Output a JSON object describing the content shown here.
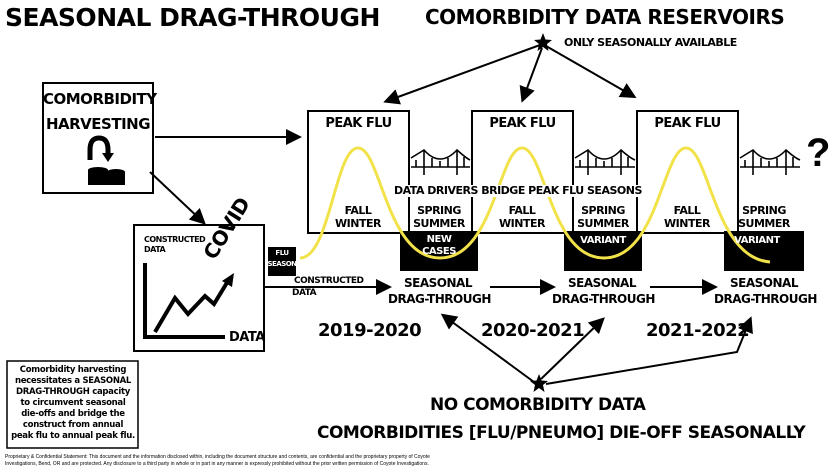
{
  "title": "SEASONAL DRAG-THROUGH",
  "reservoirs_title": "COMORBIDITY DATA RESERVOIRS",
  "seasonal_note": "ONLY SEASONALLY AVAILABLE",
  "harvesting": {
    "line1": "COMORBIDITY",
    "line2": "HARVESTING"
  },
  "constructed": {
    "top_label_1": "CONSTRUCTED",
    "top_label_2": "DATA",
    "covid": "COVID",
    "data": "DATA"
  },
  "flu_season": {
    "line1": "FLU",
    "line2": "SEASON"
  },
  "constructed_data_label": {
    "line1": "CONSTRUCTED",
    "line2": "DATA"
  },
  "peak_flu": "PEAK FLU",
  "fall_winter": {
    "line1": "FALL",
    "line2": "WINTER"
  },
  "spring_summer": {
    "line1": "SPRING",
    "line2": "SUMMER"
  },
  "bridge_text": "DATA DRIVERS BRIDGE PEAK FLU SEASONS",
  "question_mark": "?",
  "black_labels": {
    "new_cases_1": "NEW",
    "new_cases_2": "CASES",
    "variant": "VARIANT"
  },
  "drag_through": {
    "line1": "SEASONAL",
    "line2": "DRAG-THROUGH"
  },
  "years": [
    "2019-2020",
    "2020-2021",
    "2021-2022"
  ],
  "note": "Comorbidity harvesting necessitates a SEASONAL DRAG-THROUGH capacity to circumvent seasonal die-offs and bridge the construct from annual peak flu to annual peak flu.",
  "no_data": "NO COMORBIDITY DATA",
  "die_off": "COMORBIDITIES [FLU/PNEUMO] DIE-OFF SEASONALLY",
  "disclaimer_1": "Proprietary & Confidential Statement: This document and the information disclosed within, including the document structure and contents, are confidential and the proprietary property of Coyote",
  "disclaimer_2": "Investigations, Bend, OR and are protected. Any disclosure to a third party in whole or in part in any manner is expressly prohibited without the prior written permission of Coyote Investigations.",
  "colors": {
    "curve": "#f2e24a",
    "ink": "#000000",
    "paper": "#ffffff"
  }
}
